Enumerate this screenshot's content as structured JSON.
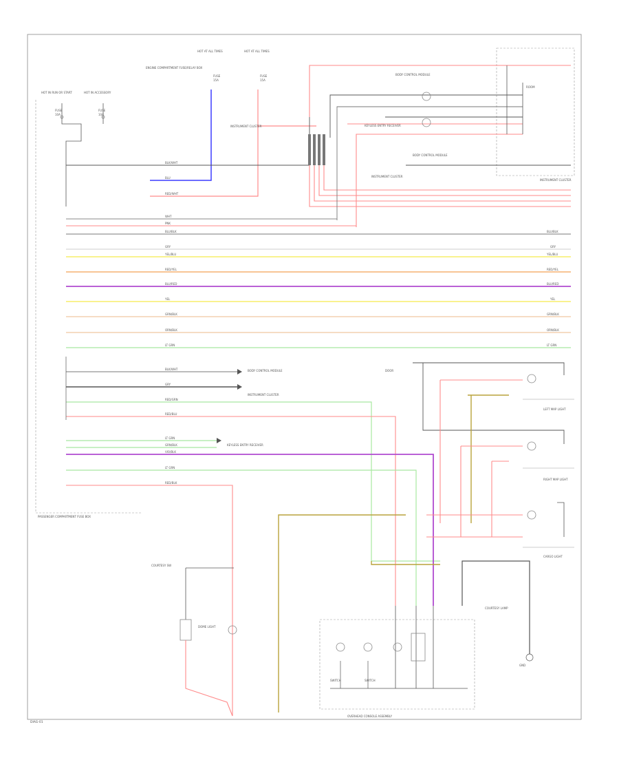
{
  "colors": {
    "RED": "#ff8a8a",
    "BLUE": "#3b3bff",
    "BLK": "#555555",
    "GRAY": "#9a9a9a",
    "WHT": "#cccccc",
    "YEL": "#f5e94a",
    "ORN": "#f5b070",
    "VIO": "#b04ad0",
    "LTGRN": "#a8e8a0",
    "OLIVE": "#b8a23a",
    "TAN": "#f0c8a0"
  },
  "labels": {
    "hot_run_start": "HOT IN RUN OR START",
    "hot_at_all_times": "HOT AT ALL TIMES",
    "hot_in_accessory": "HOT IN ACCESSORY",
    "fuse_1": "FUSE",
    "fuse_2": "FUSE",
    "fuse_3": "FUSE",
    "fuse_4": "FUSE",
    "fuse_amp_1": "10A",
    "fuse_amp_2": "10A",
    "fuse_amp_3": "15A",
    "fuse_amp_4": "15A",
    "engine_comp_label": "ENGINE COMPARTMENT FUSE/RELAY BOX",
    "instrument_cluster_label": "INSTRUMENT CLUSTER",
    "room_light": "ROOM",
    "door_label": "DOOR",
    "courtesy_switch": "COURTESY SW",
    "dome_light": "DOME LIGHT",
    "overhead_module": "OVERHEAD CONSOLE ASSEMBLY",
    "fuse_box": "PASSENGER COMPARTMENT FUSE BOX",
    "left_map": "LEFT MAP LIGHT",
    "right_map": "RIGHT MAP LIGHT",
    "cargo_light": "CARGO LIGHT",
    "body_control": "BODY CONTROL MODULE",
    "keyless_rx": "KEYLESS ENTRY RECEIVER",
    "switch_label": "SWITCH",
    "ground_label": "GND",
    "courtesy_lamp": "COURTESY LAMP",
    "footer_code": "DIAG-01",
    "wire_labels": [
      "BLK/WHT",
      "BLU",
      "RED/WHT",
      "WHT",
      "PNK",
      "BLU/BLK",
      "GRY",
      "YEL/BLU",
      "RED/YEL",
      "BLU/RED",
      "YEL",
      "GRN/BLK",
      "ORN/BLK",
      "LT GRN",
      "RED/GRN",
      "RED/BLU",
      "LT GRN",
      "GRN/BLK",
      "VIO/BLK",
      "LT GRN",
      "RED/BLK"
    ]
  }
}
